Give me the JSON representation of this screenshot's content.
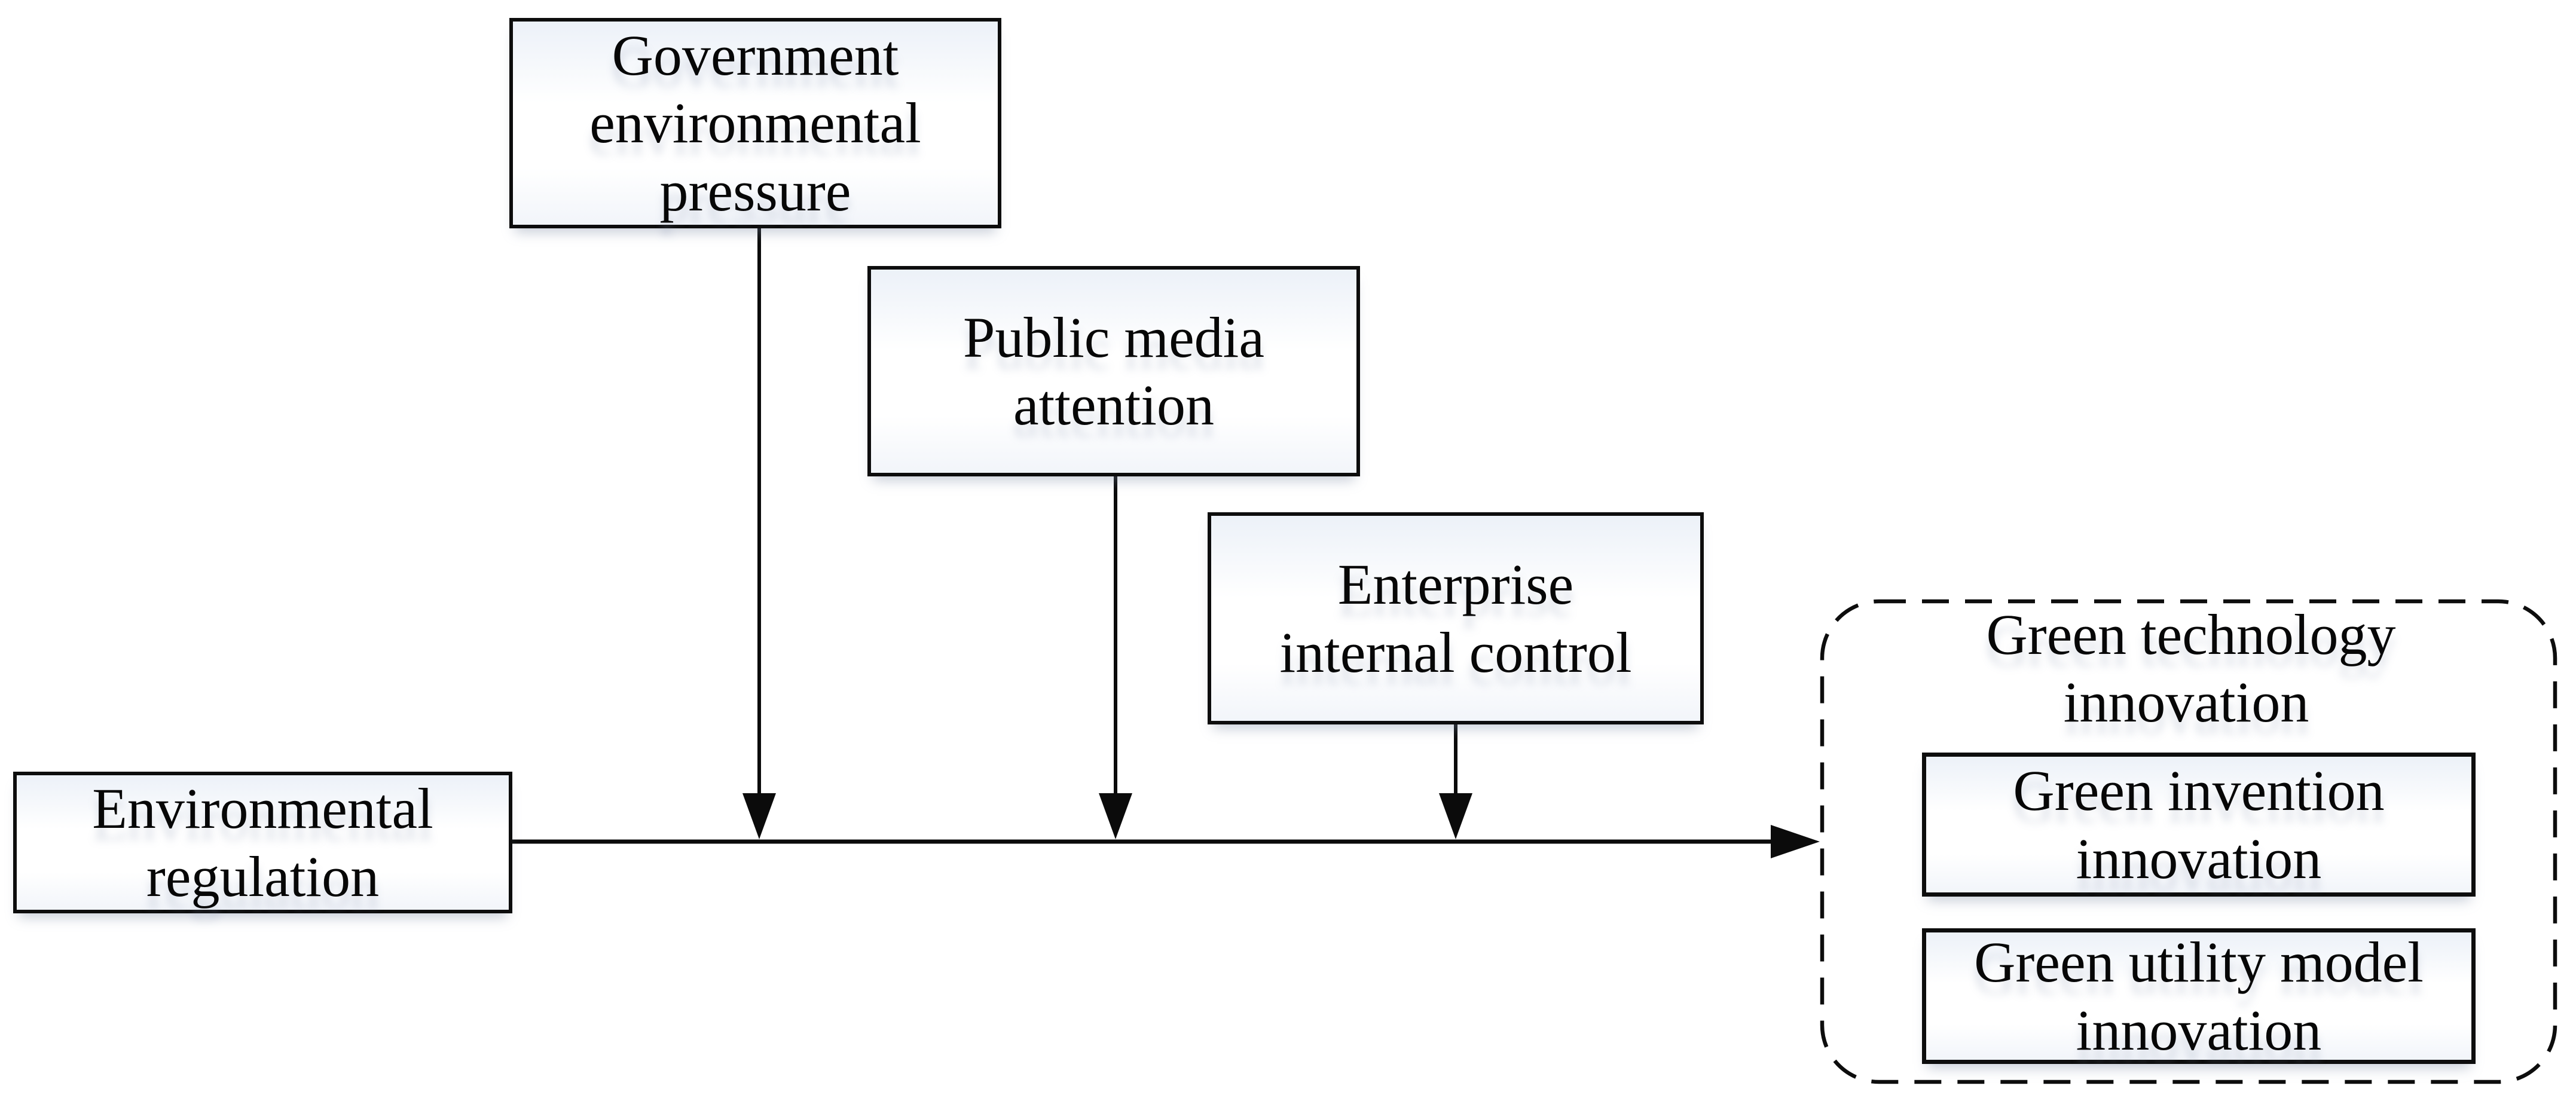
{
  "diagram": {
    "nodes": {
      "government_pressure": {
        "label": [
          "Government",
          "environmental",
          "pressure"
        ]
      },
      "public_media": {
        "label": [
          "Public media",
          "attention"
        ]
      },
      "enterprise_control": {
        "label": [
          "Enterprise",
          "internal control"
        ]
      },
      "environmental_regulation": {
        "label": [
          "Environmental",
          "regulation"
        ]
      },
      "green_tech_group": {
        "label": [
          "Green technology",
          "innovation"
        ]
      },
      "green_invention": {
        "label": [
          "Green invention",
          "innovation"
        ]
      },
      "green_utility": {
        "label": [
          "Green utility model",
          "innovation"
        ]
      }
    },
    "edges": [
      {
        "id": "regulation-to-green-tech",
        "from": "environmental_regulation",
        "to": "green_tech_group",
        "style": "solid-arrow-right"
      },
      {
        "id": "government-to-main-arrow",
        "from": "government_pressure",
        "to": "regulation-to-green-tech",
        "style": "solid-arrow-down"
      },
      {
        "id": "media-to-main-arrow",
        "from": "public_media",
        "to": "regulation-to-green-tech",
        "style": "solid-arrow-down"
      },
      {
        "id": "enterprise-to-main-arrow",
        "from": "enterprise_control",
        "to": "regulation-to-green-tech",
        "style": "solid-arrow-down"
      }
    ],
    "colors": {
      "stroke": "#0b0b0b",
      "node_border": "#0d0d0d",
      "text": "#070707",
      "node_fill": "#ffffff",
      "node_fill_tint": "#ecf1f8",
      "background": "#ffffff"
    }
  }
}
